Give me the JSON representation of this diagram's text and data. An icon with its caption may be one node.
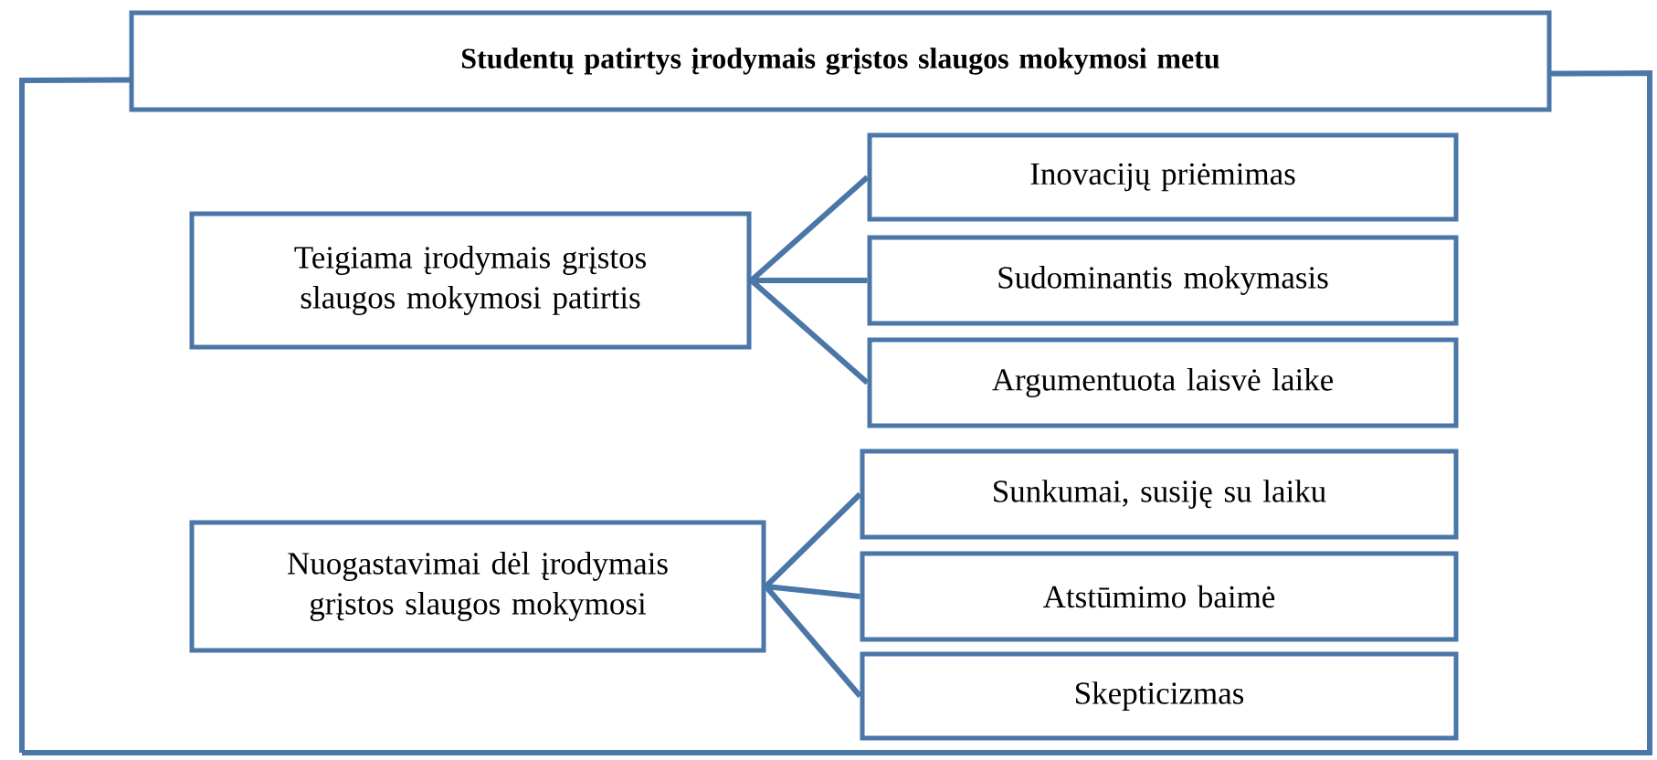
{
  "diagram": {
    "nodes": [
      {
        "text": [
          "Studentų patirtys įrodymais grįstos slaugos mokymosi metu"
        ]
      },
      {
        "text": [
          "Teigiama įrodymais grįstos slaugos mokymosi patirtis"
        ]
      },
      {
        "text": [
          "Inovacijų priėmimas"
        ]
      },
      {
        "text": [
          "Sudominantis mokymasis"
        ]
      },
      {
        "text": [
          "Argumentuota laisvė laike"
        ]
      },
      {
        "text": [
          "Nuogastavimai dėl įrodymais grįstos slaugos mokymosi"
        ]
      },
      {
        "text": [
          "Sunkumai, susiję su laiku"
        ]
      },
      {
        "text": [
          "Atstūmimo baimė"
        ]
      },
      {
        "text": [
          "Skepticizmas"
        ]
      }
    ],
    "edges": [
      {
        "from": 1,
        "to": 2,
        "arrow": "none"
      },
      {
        "from": 1,
        "to": 3,
        "arrow": "none"
      },
      {
        "from": 1,
        "to": 4,
        "arrow": "none"
      },
      {
        "from": 5,
        "to": 6,
        "arrow": "none"
      },
      {
        "from": 5,
        "to": 7,
        "arrow": "none"
      },
      {
        "from": 5,
        "to": 8,
        "arrow": "none"
      }
    ]
  }
}
